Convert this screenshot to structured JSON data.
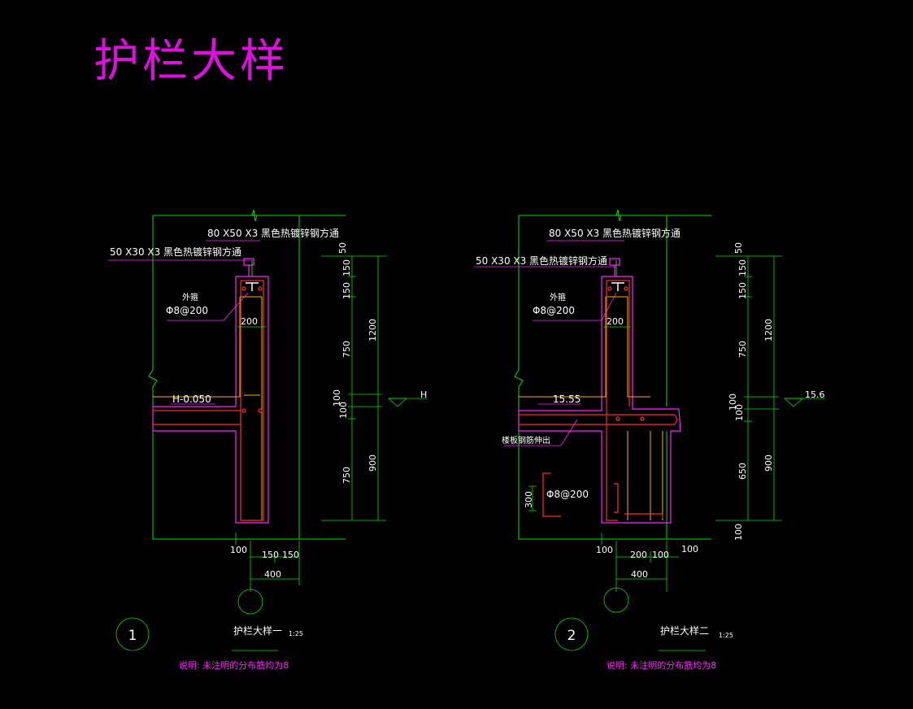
{
  "main_title": "护栏大样",
  "colors": {
    "background": "#000000",
    "outline": "#00e000",
    "concrete": "#ff22ff",
    "rebar": "#ff2a2a",
    "hidden": "#ffb000",
    "text": "#ffffff",
    "note": "#ff22ff"
  },
  "details": [
    {
      "label_steel_top": "80 X50 X3 黑色热镀锌钢方通",
      "label_steel_side": "50 X30 X3 黑色热镀锌钢方通",
      "label_rebar_outer": "外箍",
      "label_rebar_spec": "Φ8@200",
      "dim_wall_width": "200",
      "level_text": "H-0.050",
      "level_symbol": "H",
      "dims_right_inner": [
        "50",
        "150",
        "150",
        "750",
        "100",
        "100",
        "750"
      ],
      "dims_right_outer": [
        "1200",
        "900"
      ],
      "dims_bottom": [
        "100",
        "150",
        "150",
        "400"
      ],
      "detail_number": "1",
      "detail_name": "护栏大样一",
      "scale": "1:25",
      "note": "说明: 未注明的分布筋均为8"
    },
    {
      "label_steel_top": "80 X50 X3 黑色热镀锌钢方通",
      "label_steel_side": "50 X30 X3 黑色热镀锌钢方通",
      "label_rebar_outer": "外箍",
      "label_rebar_spec": "Φ8@200",
      "dim_wall_width": "200",
      "level_text": "15.55",
      "level_symbol": "15.6",
      "label_extension": "楼板钢筋伸出",
      "label_bottom_rebar": "Φ8@200",
      "dim_left": "300",
      "dims_right_inner": [
        "50",
        "150",
        "150",
        "750",
        "100",
        "100",
        "650",
        "100"
      ],
      "dims_right_outer": [
        "1200",
        "900"
      ],
      "dims_bottom": [
        "100",
        "200",
        "100",
        "100",
        "400"
      ],
      "detail_number": "2",
      "detail_name": "护栏大样二",
      "scale": "1:25",
      "note": "说明: 未注明的分布筋均为8"
    }
  ]
}
